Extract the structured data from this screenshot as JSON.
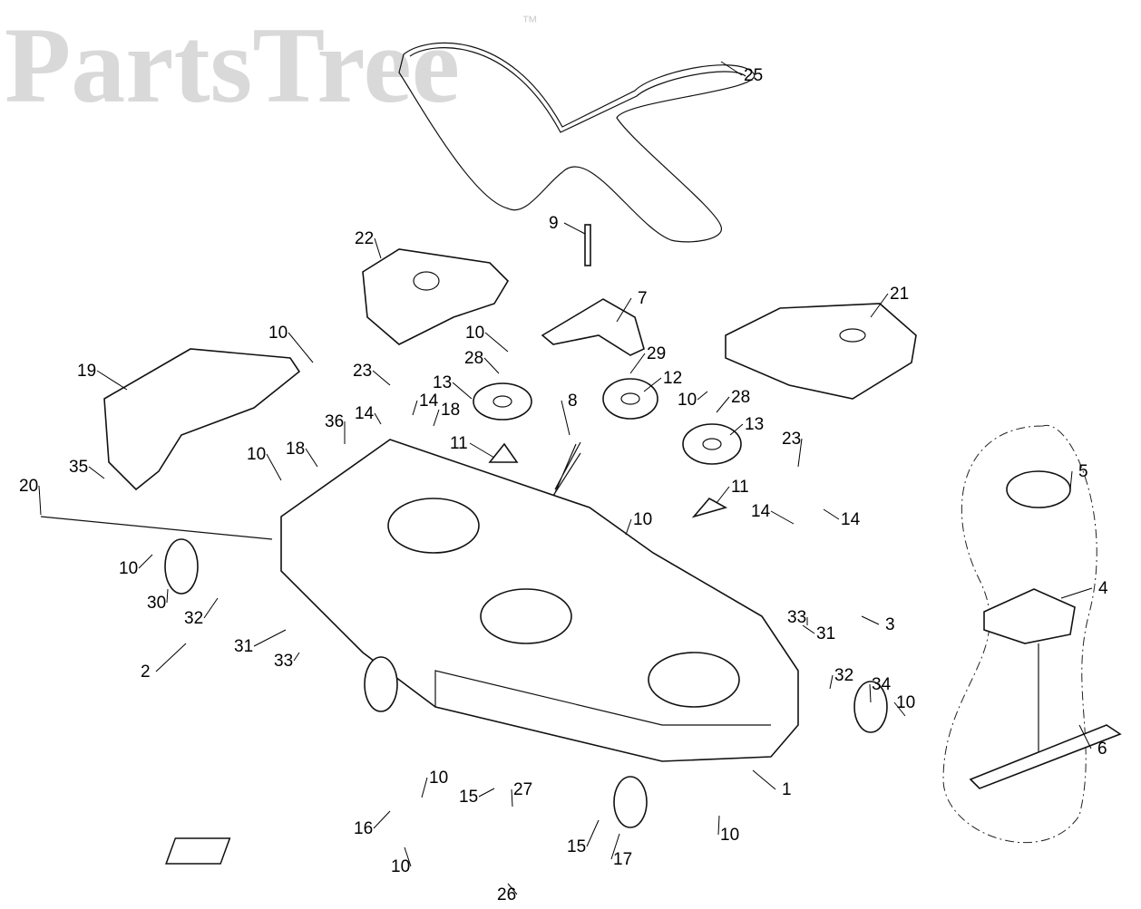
{
  "watermark": {
    "text": "PartsTree",
    "trademark": "™"
  },
  "callouts": [
    "25",
    "9",
    "7",
    "22",
    "21",
    "10",
    "19",
    "10",
    "28",
    "29",
    "23",
    "13",
    "12",
    "10",
    "28",
    "14",
    "14",
    "18",
    "36",
    "8",
    "13",
    "11",
    "23",
    "11",
    "18",
    "10",
    "35",
    "20",
    "10",
    "14",
    "14",
    "5",
    "4",
    "10",
    "30",
    "32",
    "3",
    "33",
    "31",
    "2",
    "31",
    "33",
    "32",
    "34",
    "10",
    "6",
    "1",
    "10",
    "15",
    "27",
    "16",
    "10",
    "15",
    "17",
    "10",
    "26"
  ],
  "colors": {
    "line": "#111111",
    "watermark": "#d9d9d9"
  }
}
